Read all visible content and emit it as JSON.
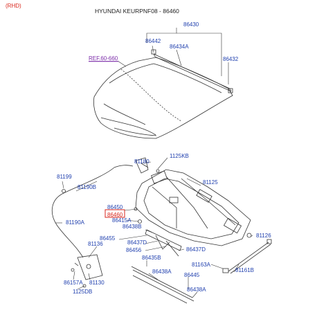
{
  "header": {
    "variant": "(RHD)",
    "title": "HYUNDAI KEURPNF08 - 86460"
  },
  "colors": {
    "callout": "#1f3fae",
    "ref_link": "#7a2aa8",
    "variant": "#d9261c",
    "highlight": "#d9261c",
    "line": "#333333"
  },
  "callouts": [
    {
      "id": "86430",
      "label": "86430"
    },
    {
      "id": "86442",
      "label": "86442"
    },
    {
      "id": "86434A",
      "label": "86434A"
    },
    {
      "id": "86432",
      "label": "86432"
    },
    {
      "id": "ref",
      "label": "REF.60-660"
    },
    {
      "id": "81180",
      "label": "81180"
    },
    {
      "id": "1125KB",
      "label": "1125KB"
    },
    {
      "id": "81199",
      "label": "81199"
    },
    {
      "id": "81190B",
      "label": "81190B"
    },
    {
      "id": "81125",
      "label": "81125"
    },
    {
      "id": "86450",
      "label": "86450"
    },
    {
      "id": "86460",
      "label": "86460"
    },
    {
      "id": "86415A",
      "label": "86415A"
    },
    {
      "id": "81190A",
      "label": "81190A"
    },
    {
      "id": "86438B",
      "label": "86438B"
    },
    {
      "id": "81126",
      "label": "81126"
    },
    {
      "id": "86455",
      "label": "86455"
    },
    {
      "id": "86437D_a",
      "label": "86437D"
    },
    {
      "id": "81136",
      "label": "81136"
    },
    {
      "id": "86456",
      "label": "86456"
    },
    {
      "id": "86437D_b",
      "label": "86437D"
    },
    {
      "id": "86435B",
      "label": "86435B"
    },
    {
      "id": "81163A",
      "label": "81163A"
    },
    {
      "id": "81161B",
      "label": "81161B"
    },
    {
      "id": "86438A_a",
      "label": "86438A"
    },
    {
      "id": "86445",
      "label": "86445"
    },
    {
      "id": "86157A",
      "label": "86157A"
    },
    {
      "id": "81130",
      "label": "81130"
    },
    {
      "id": "86438A_b",
      "label": "86438A"
    },
    {
      "id": "1125DB",
      "label": "1125DB"
    }
  ]
}
